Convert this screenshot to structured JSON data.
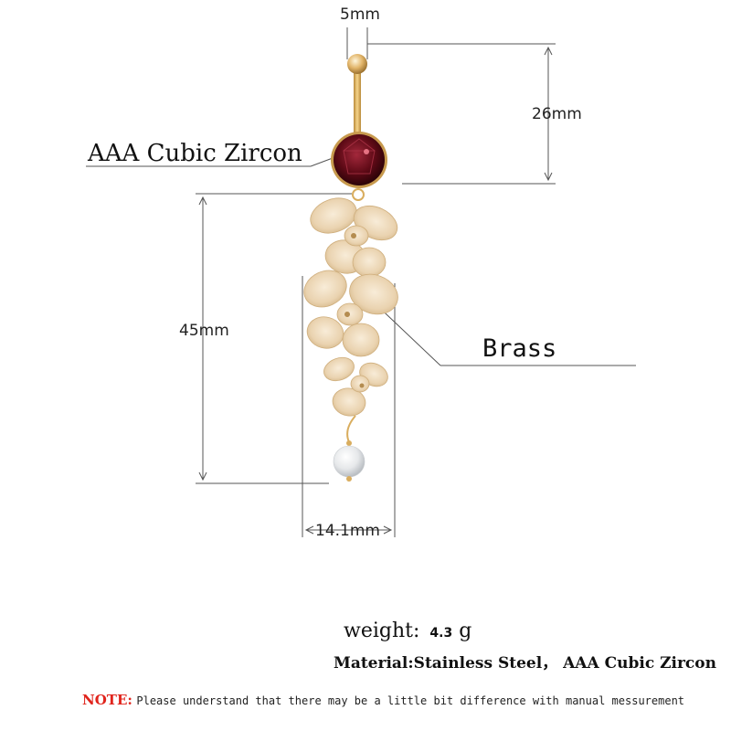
{
  "dimensions": {
    "ball_diameter": "5mm",
    "bar_length": "26mm",
    "dangle_length": "45mm",
    "dangle_width": "14.1mm"
  },
  "labels": {
    "gem": "AAA Cubic Zircon",
    "dangle_material": "Brass"
  },
  "specs": {
    "weight_label": "weight:",
    "weight_value": "4.3",
    "weight_unit": "g",
    "material": "Material:Stainless Steel， AAA Cubic Zircon"
  },
  "note": {
    "label": "NOTE:",
    "text": "Please understand that there may be a little bit difference with manual messurement"
  },
  "colors": {
    "gold": "#e6b85a",
    "petal": "#eedcc0",
    "gem": "#6d0f1c",
    "note_label": "#e0241c",
    "dim_line": "#555555"
  }
}
